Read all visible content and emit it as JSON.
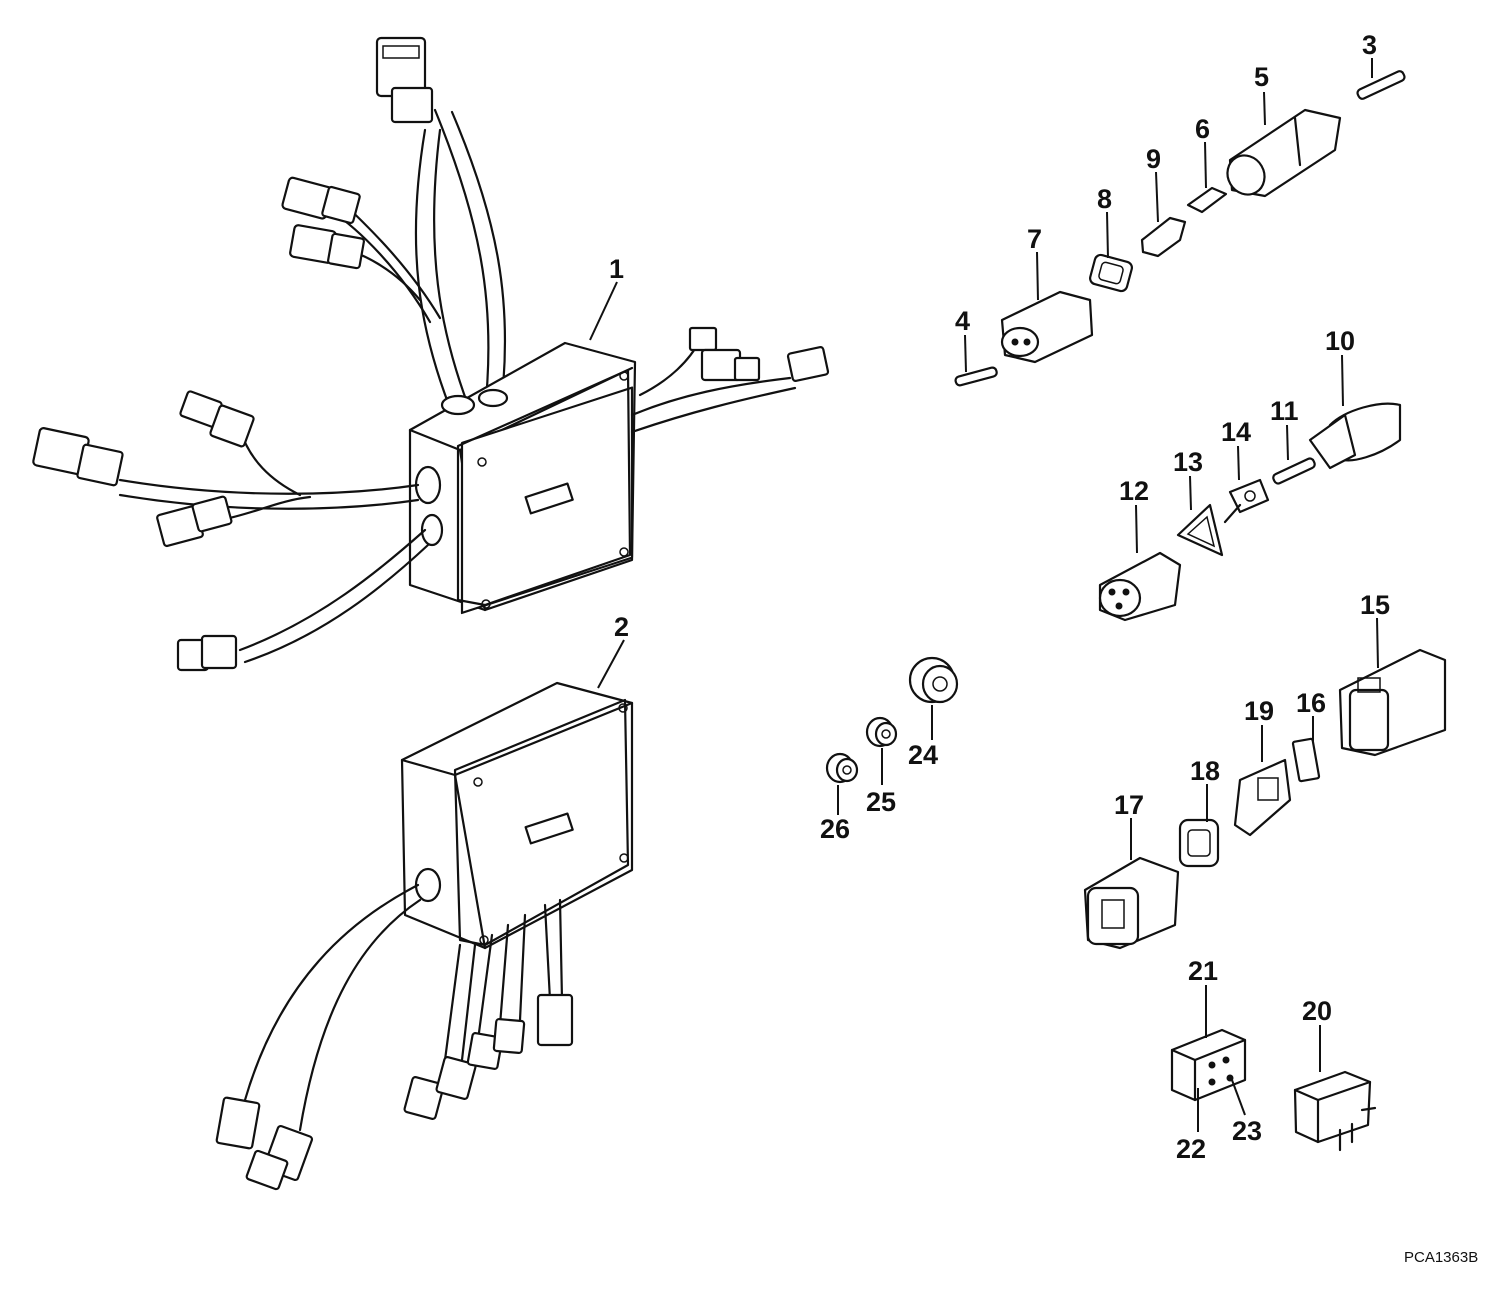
{
  "figure_code": "PCA1363B",
  "callouts": [
    "1",
    "2",
    "3",
    "4",
    "5",
    "6",
    "7",
    "8",
    "9",
    "10",
    "11",
    "12",
    "13",
    "14",
    "15",
    "16",
    "17",
    "18",
    "19",
    "20",
    "21",
    "22",
    "23",
    "24",
    "25",
    "26"
  ],
  "colors": {
    "line": "#111111",
    "background": "#ffffff"
  }
}
